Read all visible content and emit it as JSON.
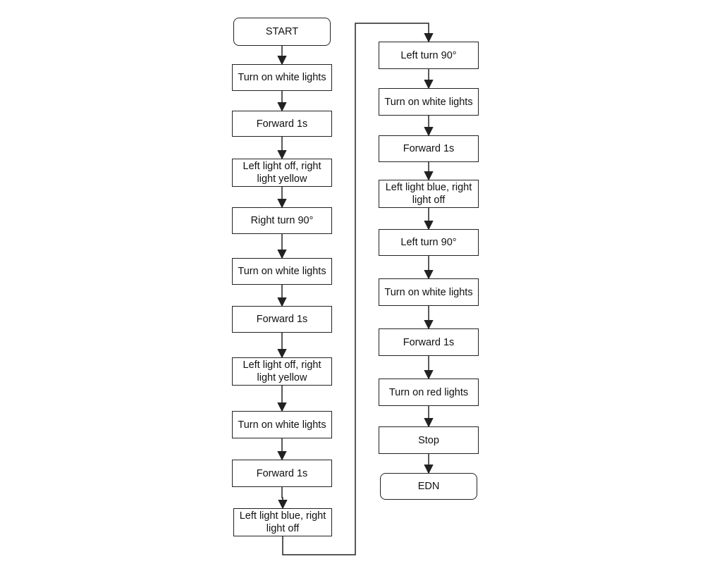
{
  "flowchart": {
    "left_column": [
      {
        "label": "START",
        "shape": "terminal"
      },
      {
        "label": "Turn on white lights",
        "shape": "process"
      },
      {
        "label": "Forward 1s",
        "shape": "process"
      },
      {
        "label": "Left light off, right light yellow",
        "shape": "process"
      },
      {
        "label": "Right turn 90°",
        "shape": "process"
      },
      {
        "label": "Turn on white lights",
        "shape": "process"
      },
      {
        "label": "Forward 1s",
        "shape": "process"
      },
      {
        "label": "Left light off, right light yellow",
        "shape": "process"
      },
      {
        "label": "Turn on white lights",
        "shape": "process"
      },
      {
        "label": "Forward 1s",
        "shape": "process"
      },
      {
        "label": "Left light blue, right light off",
        "shape": "process"
      }
    ],
    "right_column": [
      {
        "label": "Left turn 90°",
        "shape": "process"
      },
      {
        "label": "Turn on white lights",
        "shape": "process"
      },
      {
        "label": "Forward 1s",
        "shape": "process"
      },
      {
        "label": "Left light blue, right light off",
        "shape": "process"
      },
      {
        "label": "Left turn 90°",
        "shape": "process"
      },
      {
        "label": "Turn on white lights",
        "shape": "process"
      },
      {
        "label": "Forward 1s",
        "shape": "process"
      },
      {
        "label": "Turn on red lights",
        "shape": "process"
      },
      {
        "label": "Stop",
        "shape": "process"
      },
      {
        "label": "EDN",
        "shape": "terminal"
      }
    ],
    "colors": {
      "stroke": "#222222",
      "fill": "#ffffff",
      "text": "#111111"
    }
  }
}
